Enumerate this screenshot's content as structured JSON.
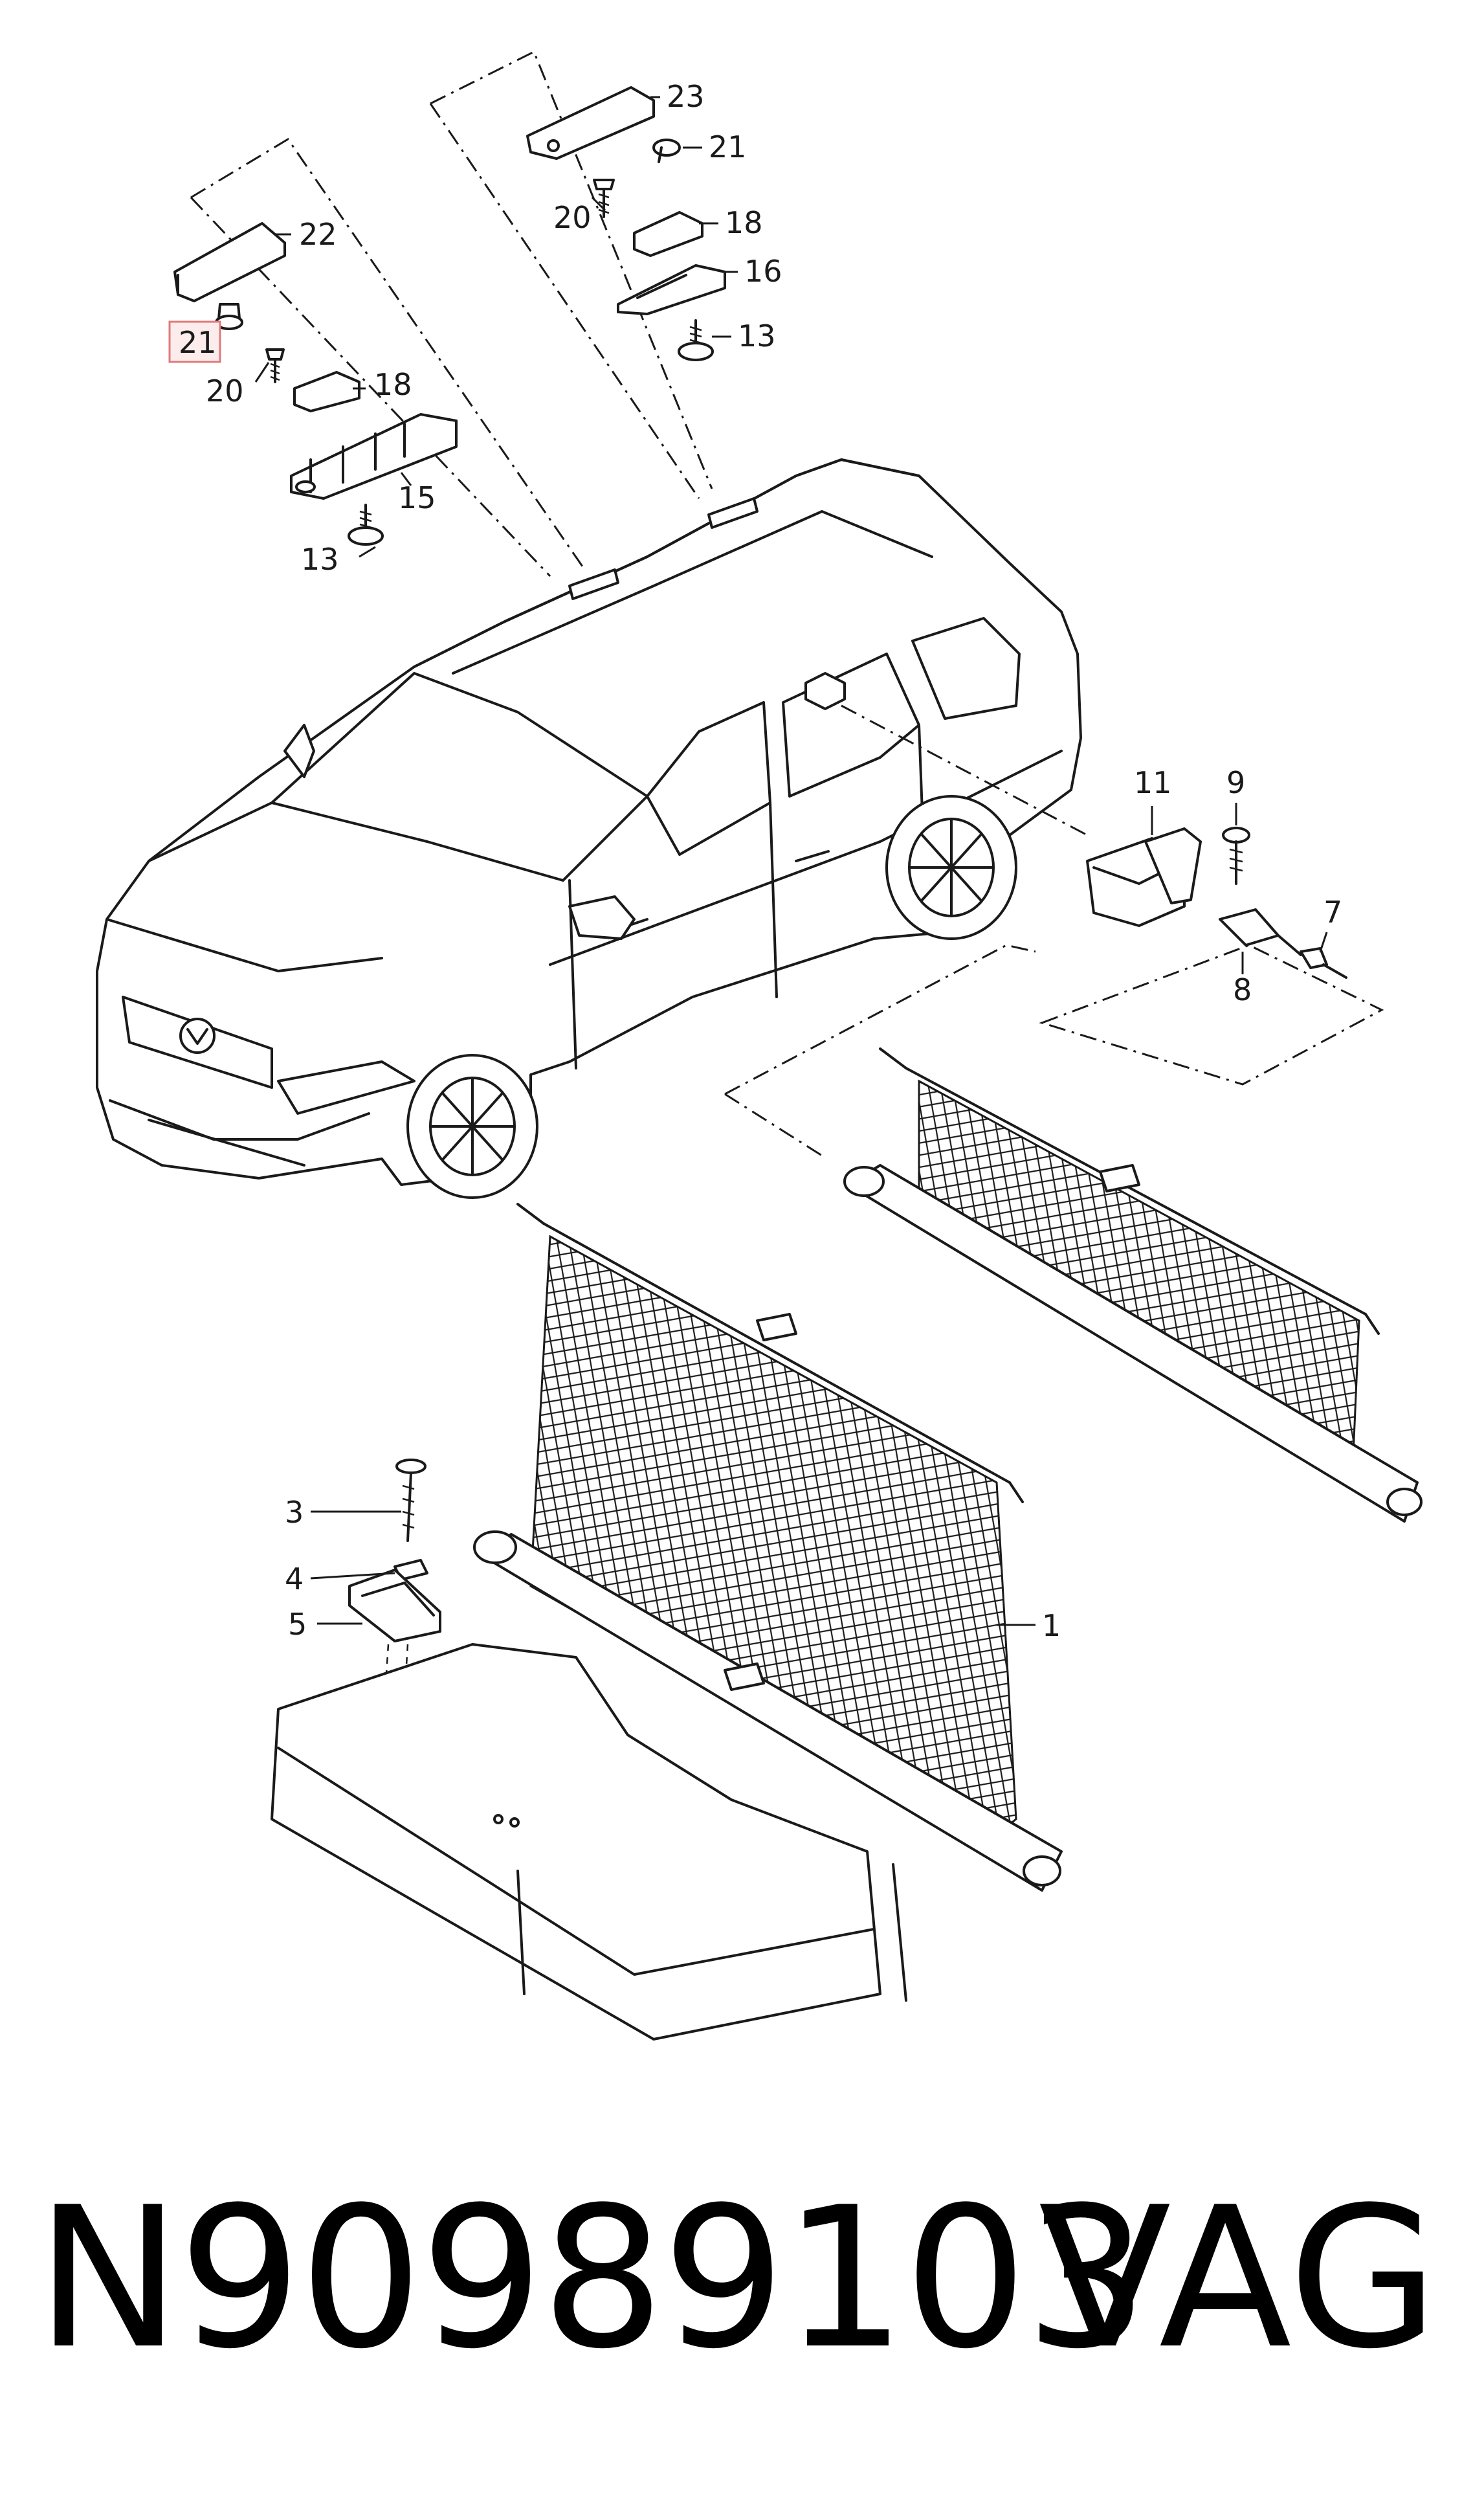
{
  "footer": {
    "part_number": "N90989103",
    "brand": "VAG"
  },
  "highlight": {
    "label": "21",
    "color": "#e07a7a"
  },
  "callouts": [
    {
      "id": "22a",
      "text": "22"
    },
    {
      "id": "21a",
      "text": "21"
    },
    {
      "id": "20a",
      "text": "20"
    },
    {
      "id": "18a",
      "text": "18"
    },
    {
      "id": "15",
      "text": "15"
    },
    {
      "id": "13a",
      "text": "13"
    },
    {
      "id": "23",
      "text": "23"
    },
    {
      "id": "21b",
      "text": "21"
    },
    {
      "id": "20b",
      "text": "20"
    },
    {
      "id": "18b",
      "text": "18"
    },
    {
      "id": "16",
      "text": "16"
    },
    {
      "id": "13b",
      "text": "13"
    },
    {
      "id": "11",
      "text": "11"
    },
    {
      "id": "9",
      "text": "9"
    },
    {
      "id": "7",
      "text": "7"
    },
    {
      "id": "8",
      "text": "8"
    },
    {
      "id": "3",
      "text": "3"
    },
    {
      "id": "4",
      "text": "4"
    },
    {
      "id": "5",
      "text": "5"
    },
    {
      "id": "1",
      "text": "1"
    }
  ]
}
